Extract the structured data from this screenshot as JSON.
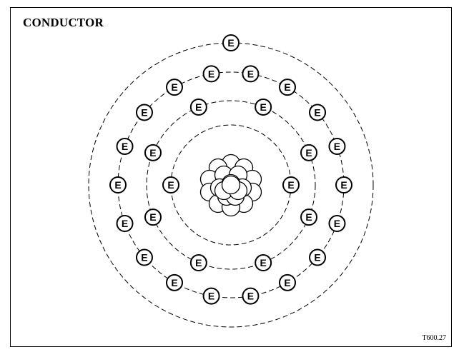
{
  "title": "CONDUCTOR",
  "figure_code": "T600.27",
  "electron_label": "E",
  "shells": [
    {
      "electrons": 2
    },
    {
      "electrons": 8
    },
    {
      "electrons": 18
    },
    {
      "electrons": 1
    }
  ],
  "colors": {
    "line": "#000000",
    "fill": "#ffffff"
  }
}
